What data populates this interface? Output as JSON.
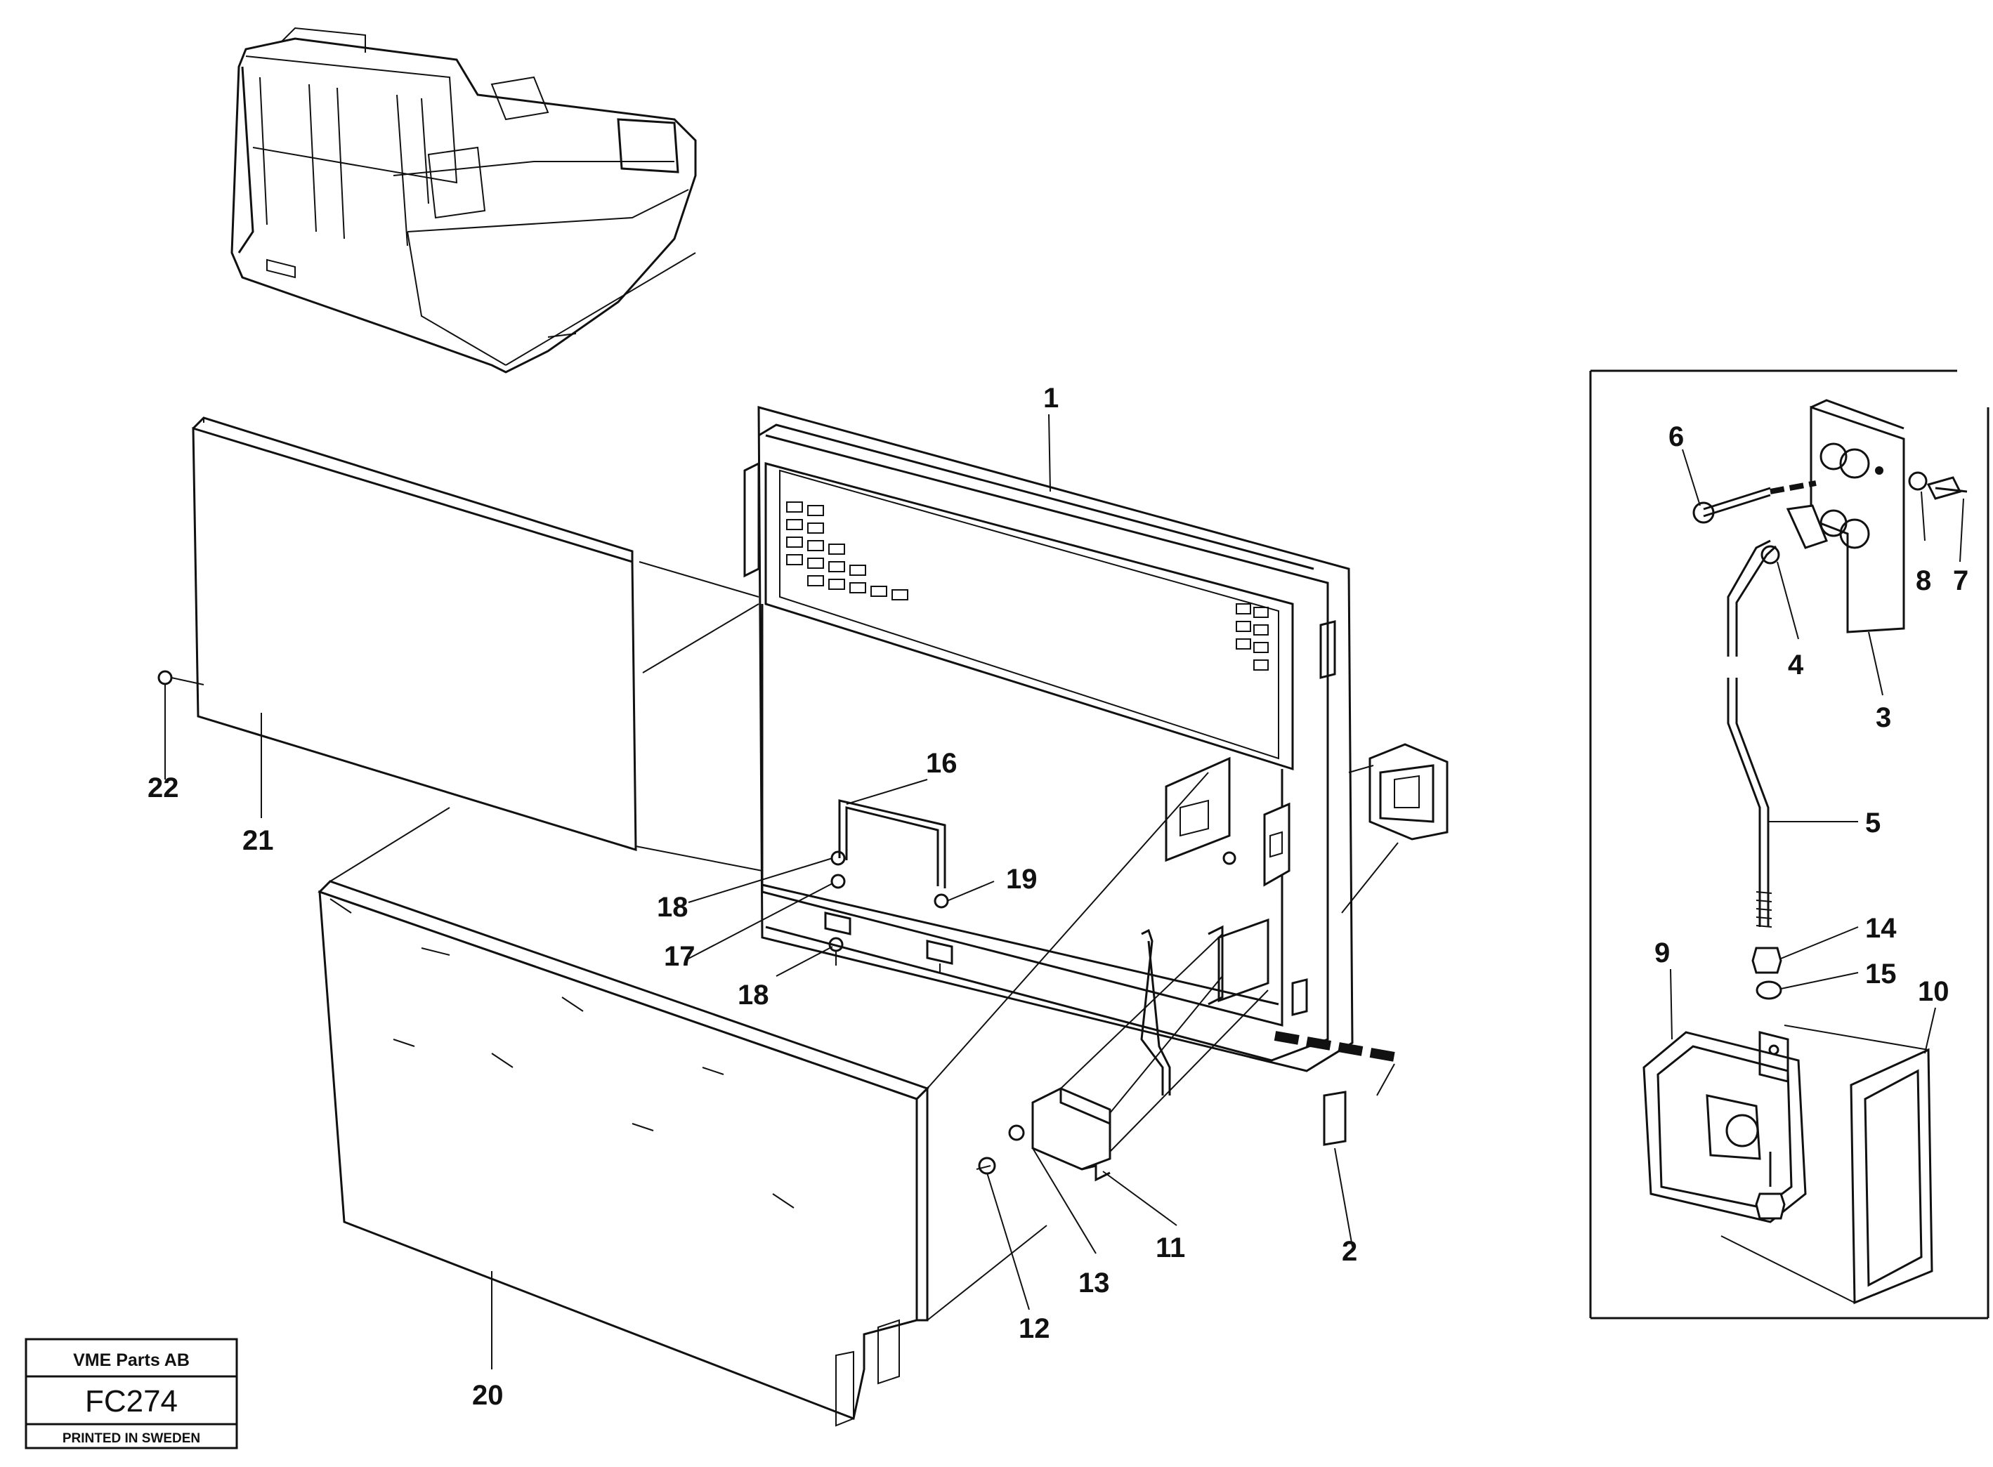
{
  "title_block": {
    "company": "VME Parts AB",
    "code": "FC274",
    "printed": "PRINTED IN SWEDEN"
  },
  "callouts": [
    "1",
    "2",
    "3",
    "4",
    "5",
    "6",
    "7",
    "8",
    "9",
    "10",
    "11",
    "12",
    "13",
    "14",
    "15",
    "16",
    "17",
    "18",
    "18",
    "19",
    "20",
    "21",
    "22"
  ]
}
